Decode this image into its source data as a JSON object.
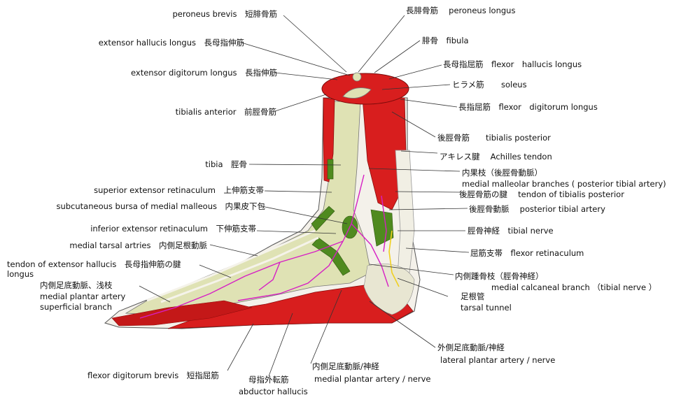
{
  "colors": {
    "muscle": "#d81e1e",
    "muscle_dark": "#b01212",
    "bone": "#dfe2b4",
    "tendon": "#f1efe4",
    "retinaculum": "#4f8a1f",
    "artery": "#d61fc4",
    "nerve": "#f0d020",
    "leader": "#333333"
  },
  "labels": {
    "peroneus_brevis": "peroneus brevis　短腓骨筋",
    "peroneus_longus": "長腓骨筋　 peroneus longus",
    "ext_hallucis": "extensor hallucis longus　長母指伸筋",
    "fibula": "腓骨　fibula",
    "ext_digitorum": "extensor digitorum longus　長指伸筋",
    "fhl": "長母指屈筋　flexor　hallucis longus",
    "soleus_jp": "ヒラメ筋",
    "soleus_en": "soleus",
    "tib_ant": "tibialis anterior　前脛骨筋",
    "fdl": "長指屈筋　flexor　digitorum longus",
    "tib_post": "後脛骨筋　　tibialis posterior",
    "achilles": "アキレス腱　 Achilles tendon",
    "tibia": "tibia　脛骨",
    "med_mall_jp": "内果枝（後脛骨動脈）",
    "med_mall_en": "medial malleolar branches ( posterior tibial artery)",
    "sup_ext_ret": "superior extensor retinaculum　上伸筋支帯",
    "tendon_tp": "後脛骨筋の腱　 tendon of tibialis posterior",
    "bursa": "subcutaneous bursa of medial malleous　内果皮下包",
    "post_tib_art": "後脛骨動脈　 posterior tibial artery",
    "inf_ext_ret": "inferior extensor retinaculum　下伸筋支帯",
    "tibial_nerve": "脛骨神経　tibial nerve",
    "med_tarsal": "medial tarsal artries　内側足根動脈",
    "flex_ret": "屈筋支帯　flexor retinaculum",
    "tendon_ehl_1": "tendon of extensor hallucis　長母指伸筋の腱",
    "tendon_ehl_2": "longus",
    "med_calc_jp": "内側踵骨枝（脛骨神経）",
    "med_calc_en": "medial calcaneal branch （tibial nerve ）",
    "mpa_sup_jp": "内側足底動脈、浅枝",
    "mpa_sup_en1": "medial plantar artery",
    "mpa_sup_en2": "superficial branch",
    "tarsal_jp": "足根管",
    "tarsal_en": "tarsal tunnel",
    "lat_plantar_jp": "外側足底動脈/神経",
    "lat_plantar_en": "lateral plantar artery / nerve",
    "fdb": "flexor digitorum brevis　短指屈筋",
    "mpa_nerve_jp": "内側足底動脈/神経",
    "mpa_nerve_en": "medial plantar artery / nerve",
    "abd_jp": "母指外転筋",
    "abd_en": "abductor hallucis"
  },
  "leaders": [
    [
      405,
      22,
      495,
      103
    ],
    [
      578,
      22,
      512,
      103
    ],
    [
      345,
      61,
      500,
      108
    ],
    [
      600,
      58,
      535,
      104
    ],
    [
      393,
      104,
      482,
      114
    ],
    [
      631,
      93,
      556,
      113
    ],
    [
      643,
      121,
      546,
      128
    ],
    [
      393,
      159,
      466,
      135
    ],
    [
      653,
      153,
      572,
      142
    ],
    [
      622,
      196,
      560,
      160
    ],
    [
      625,
      219,
      573,
      216
    ],
    [
      356,
      235,
      487,
      236
    ],
    [
      657,
      245,
      527,
      241
    ],
    [
      378,
      273,
      474,
      275
    ],
    [
      661,
      275,
      565,
      274
    ],
    [
      374,
      295,
      496,
      320
    ],
    [
      668,
      298,
      556,
      300
    ],
    [
      367,
      330,
      480,
      334
    ],
    [
      665,
      330,
      568,
      330
    ],
    [
      300,
      350,
      368,
      366
    ],
    [
      670,
      361,
      580,
      355
    ],
    [
      285,
      379,
      330,
      397
    ],
    [
      648,
      393,
      528,
      378
    ],
    [
      199,
      409,
      243,
      432
    ],
    [
      640,
      424,
      568,
      398
    ],
    [
      622,
      497,
      528,
      431
    ],
    [
      325,
      530,
      362,
      463
    ],
    [
      444,
      520,
      488,
      415
    ],
    [
      384,
      538,
      418,
      448
    ]
  ]
}
